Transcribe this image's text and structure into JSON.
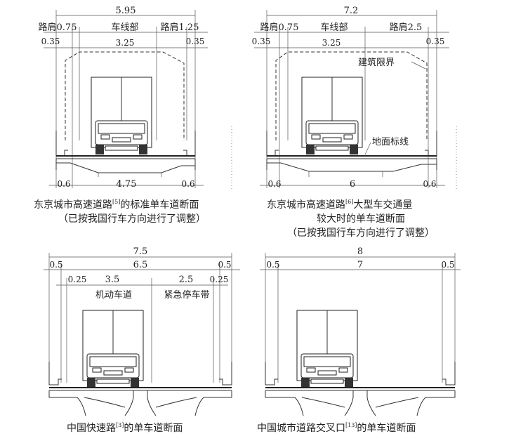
{
  "panels": [
    {
      "overall": "5.95",
      "shoulder_left": "路肩0.75",
      "lane_section": "车线部",
      "shoulder_right": "路肩1.25",
      "offset_left": "0.35",
      "clearance_width": "3.25",
      "offset_right": "0.35",
      "base_left": "0.6",
      "base_mid": "4.75",
      "base_right": "0.6",
      "caption_line1": "东京城市高速道路",
      "caption_ref1": "[5]",
      "caption_line1_tail": "的标准单车道断面",
      "caption_line2": "（已按我国行车方向进行了调整）"
    },
    {
      "overall": "7.2",
      "shoulder_left": "路肩0.75",
      "lane_section": "车线部",
      "shoulder_right": "路肩2.5",
      "offset_left": "0.35",
      "clearance_width": "3.25",
      "offset_right": "0.35",
      "label_clearance": "建筑限界",
      "label_marking": "地面标线",
      "base_left": "0.6",
      "base_mid": "6",
      "base_right": "0.6",
      "caption_line1": "东京城市高速道路",
      "caption_ref1": "[6]",
      "caption_line1_tail": "大型车交通量",
      "caption_line2": "较大时的单车道断面",
      "caption_line3": "（已按我国行车方向进行了调整）"
    },
    {
      "overall": "7.5",
      "edge_left": "0.5",
      "inner": "6.5",
      "edge_right": "0.5",
      "strip_left": "0.25",
      "lane_width": "3.5",
      "emergency_width": "2.5",
      "strip_right": "0.25",
      "label_lane": "机动车道",
      "label_emergency": "紧急停车带",
      "caption_line1": "中国快速路",
      "caption_ref1": "[3]",
      "caption_line1_tail": "的单车道断面"
    },
    {
      "overall": "8",
      "edge_left": "0.5",
      "inner": "7",
      "edge_right": "0.5",
      "caption_line1": "中国城市道路交叉口",
      "caption_ref1": "[13]",
      "caption_line1_tail": "的单车道断面"
    }
  ]
}
